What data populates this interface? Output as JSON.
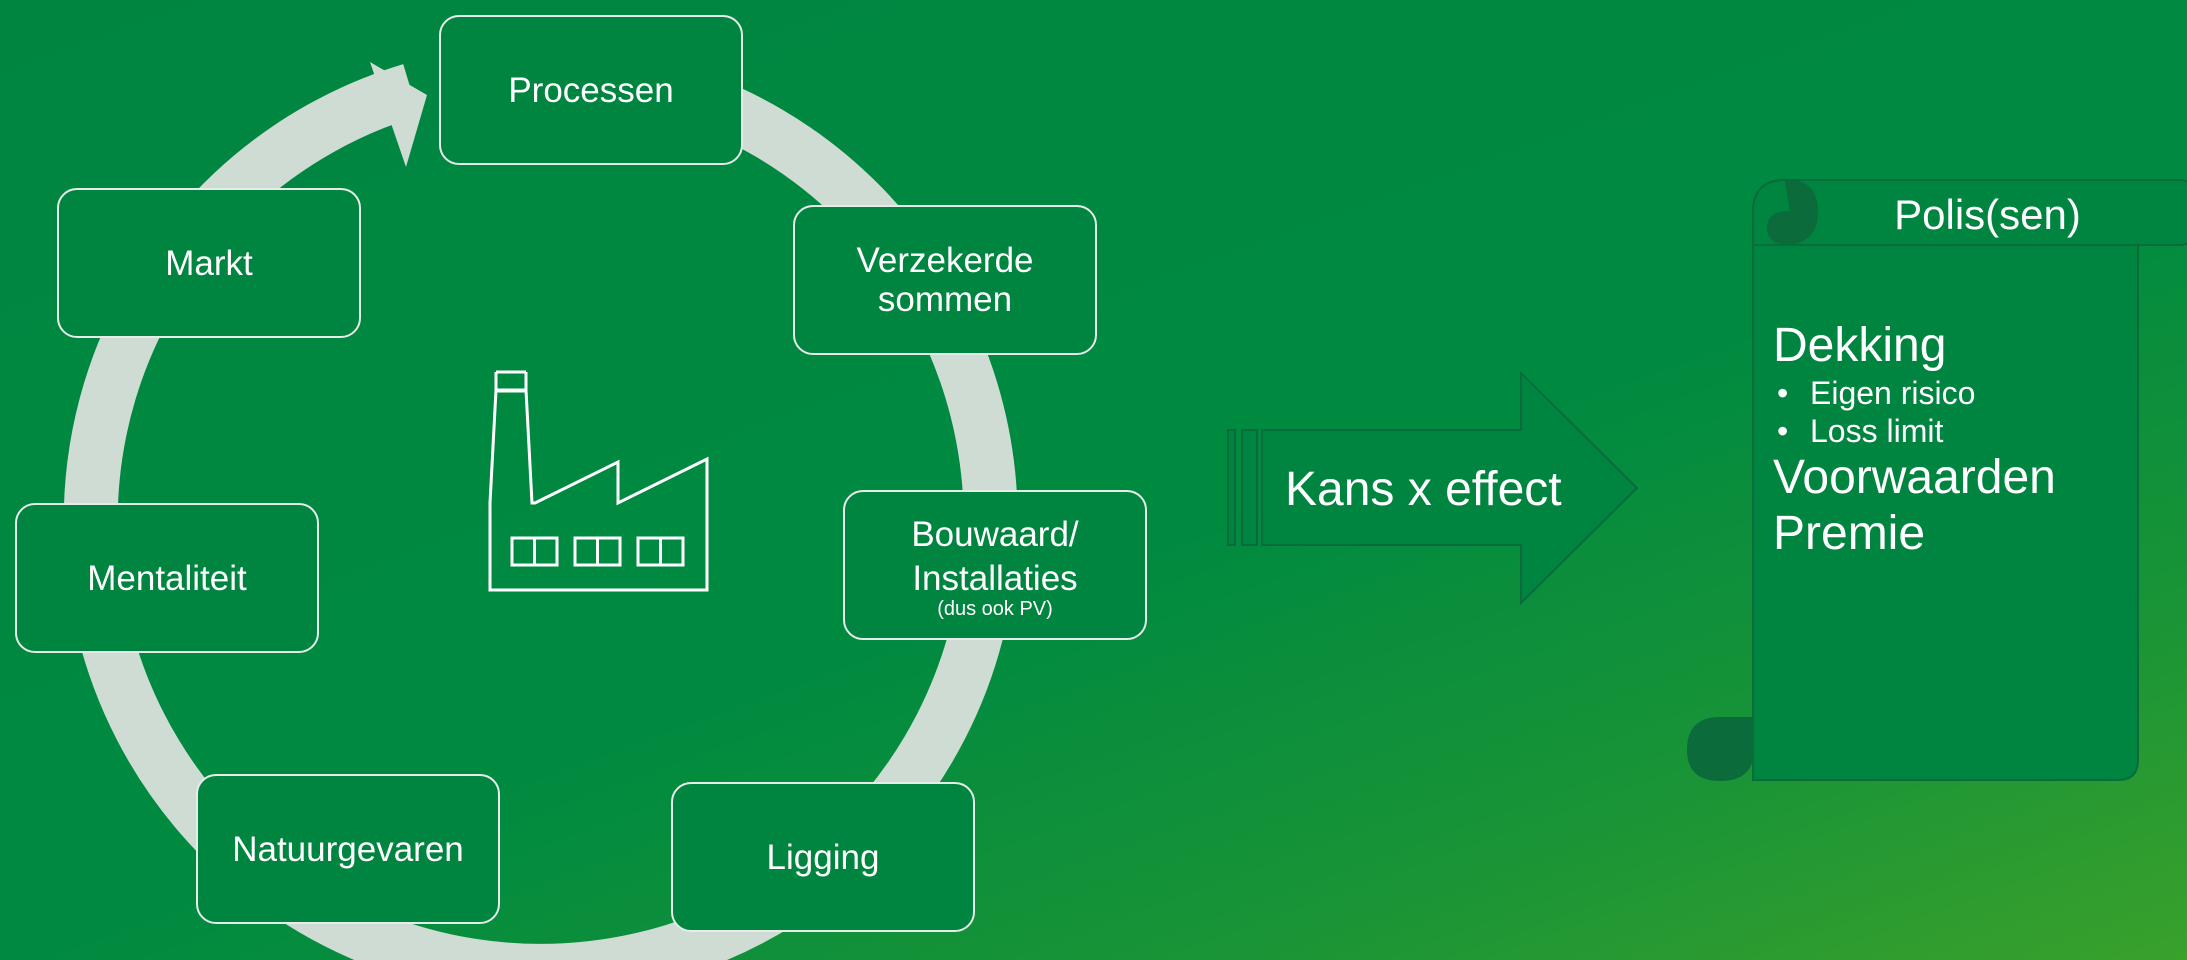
{
  "cycle": {
    "nodes": [
      {
        "id": "processen",
        "lines": [
          "Processen"
        ]
      },
      {
        "id": "verzekerde-sommen",
        "lines": [
          "Verzekerde",
          "sommen"
        ]
      },
      {
        "id": "bouwaard-installaties",
        "lines": [
          "Bouwaard/",
          "Installaties"
        ],
        "note": "(dus ook PV)"
      },
      {
        "id": "ligging",
        "lines": [
          "Ligging"
        ]
      },
      {
        "id": "natuurgevaren",
        "lines": [
          "Natuurgevaren"
        ]
      },
      {
        "id": "mentaliteit",
        "lines": [
          "Mentaliteit"
        ]
      },
      {
        "id": "markt",
        "lines": [
          "Markt"
        ]
      }
    ],
    "center_icon": "factory-icon",
    "ring_color": "#cfdcd3"
  },
  "arrow": {
    "label": "Kans x effect",
    "icon": "block-arrow-right-icon"
  },
  "scroll": {
    "title": "Polis(sen)",
    "icon": "scroll-icon",
    "heading_1": "Dekking",
    "bullets": [
      "Eigen risico",
      "Loss limit"
    ],
    "heading_2": "Voorwaarden",
    "heading_3": "Premie"
  },
  "colors": {
    "background": "#008540",
    "background_right": "#3aa12b",
    "node_border": "#e6ece8",
    "text": "#ffffff",
    "shape_outline": "#0b6b3a"
  }
}
